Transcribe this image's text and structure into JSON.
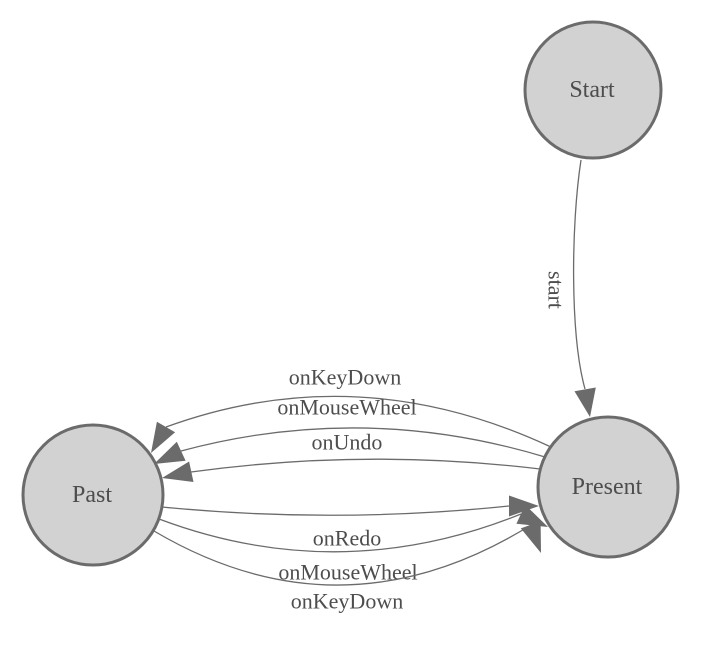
{
  "colors": {
    "background": "#ffffff",
    "node_fill": "#d2d2d2",
    "node_stroke": "#6b6b6b",
    "edge_stroke": "#6b6b6b",
    "arrow_fill": "#6b6b6b",
    "label_text": "#4d4d4d"
  },
  "nodes": {
    "start": {
      "label": "Start"
    },
    "present": {
      "label": "Present"
    },
    "past": {
      "label": "Past"
    }
  },
  "edges": [
    {
      "from": "Start",
      "to": "Present",
      "label": "start"
    },
    {
      "from": "Present",
      "to": "Past",
      "label": "onKeyDown"
    },
    {
      "from": "Present",
      "to": "Past",
      "label": "onMouseWheel"
    },
    {
      "from": "Present",
      "to": "Past",
      "label": "onUndo"
    },
    {
      "from": "Past",
      "to": "Present",
      "label": "onRedo"
    },
    {
      "from": "Past",
      "to": "Present",
      "label": "onMouseWheel"
    },
    {
      "from": "Past",
      "to": "Present",
      "label": "onKeyDown"
    }
  ]
}
